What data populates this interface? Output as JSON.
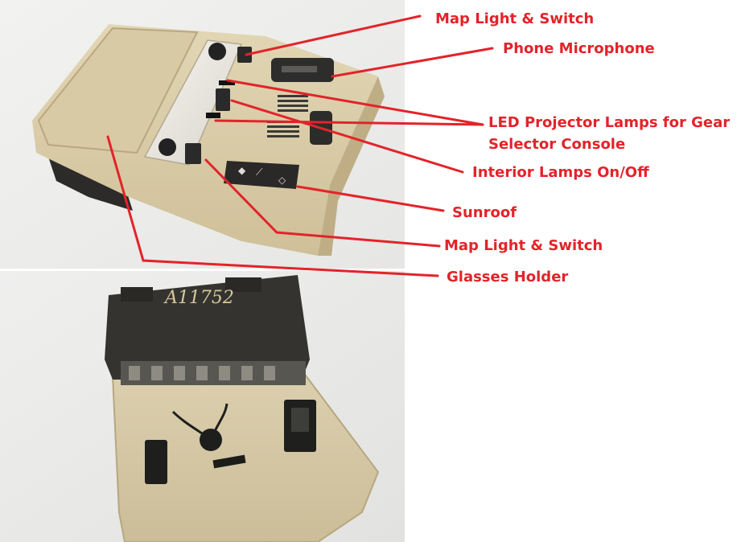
{
  "callouts": [
    {
      "id": "map-light-switch-top",
      "text": "Map Light & Switch"
    },
    {
      "id": "phone-microphone",
      "text": "Phone Microphone"
    },
    {
      "id": "led-projector-line1",
      "text": "LED Projector Lamps  for Gear"
    },
    {
      "id": "led-projector-line2",
      "text": "Selector Console"
    },
    {
      "id": "interior-lamps",
      "text": "Interior Lamps On/Off"
    },
    {
      "id": "sunroof",
      "text": "Sunroof"
    },
    {
      "id": "map-light-switch-bottom",
      "text": "Map Light & Switch"
    },
    {
      "id": "glasses-holder",
      "text": "Glasses Holder"
    }
  ],
  "photo_text": {
    "part_marking": "A11752"
  },
  "colors": {
    "label_red": "#e3232a",
    "leader_red": "#e3232a",
    "console_beige": "#d9cba5",
    "housing_dark": "#2e2d2b",
    "background_white": "#ffffff"
  }
}
